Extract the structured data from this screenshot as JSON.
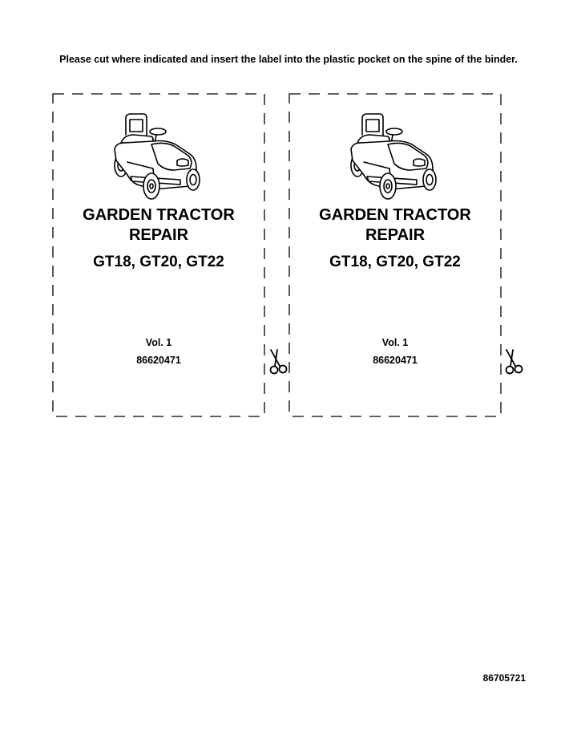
{
  "instruction": "Please cut where indicated and insert the label into the plastic pocket on the spine of the binder.",
  "labels": [
    {
      "title_line1": "GARDEN TRACTOR",
      "title_line2": "REPAIR",
      "models": "GT18, GT20, GT22",
      "volume": "Vol. 1",
      "part_number": "86620471"
    },
    {
      "title_line1": "GARDEN TRACTOR",
      "title_line2": "REPAIR",
      "models": "GT18, GT20, GT22",
      "volume": "Vol. 1",
      "part_number": "86620471"
    }
  ],
  "icons": {
    "tractor": "garden-tractor-illustration",
    "scissors": "scissors-icon"
  },
  "document_number": "86705721"
}
